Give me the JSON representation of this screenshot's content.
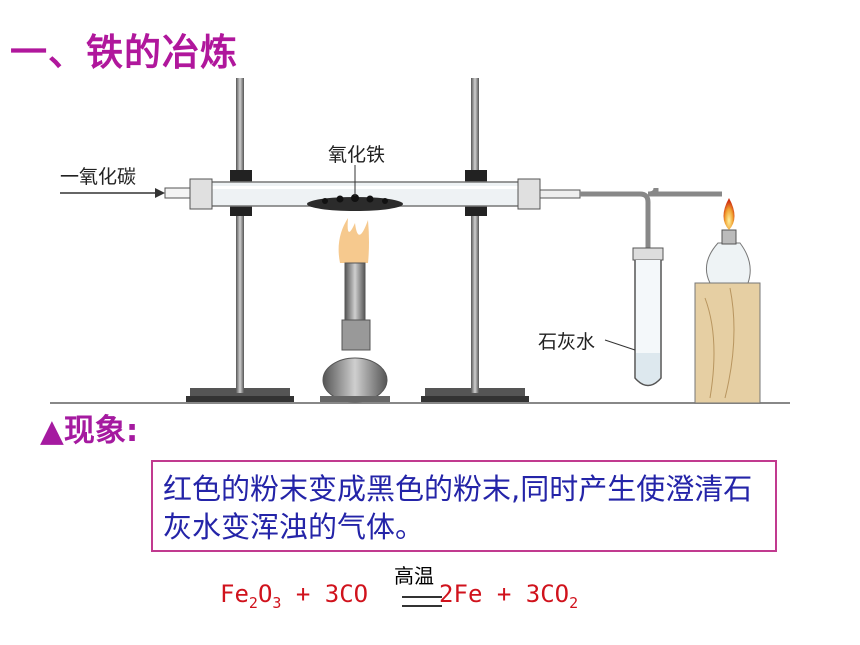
{
  "title": "一、铁的冶炼",
  "diagram": {
    "label_co": "一氧化碳",
    "label_fe2o3": "氧化铁",
    "label_limewater": "石灰水"
  },
  "observation": {
    "heading": "▲现象:",
    "text": "红色的粉末变成黑色的粉末,同时产生使澄清石灰水变浑浊的气体。"
  },
  "equation": {
    "reactant1": "Fe",
    "reactant1_sub1": "2",
    "reactant1_o": "O",
    "reactant1_sub2": "3",
    "plus1": "+",
    "reactant2": "3CO",
    "condition": "高温",
    "product1": "2Fe",
    "plus2": "+",
    "product2": "3CO",
    "product2_sub": "2"
  },
  "colors": {
    "title": "#b0179c",
    "observation_text": "#2424a8",
    "equation": "#d0121c",
    "box_border": "#c13a8f"
  }
}
